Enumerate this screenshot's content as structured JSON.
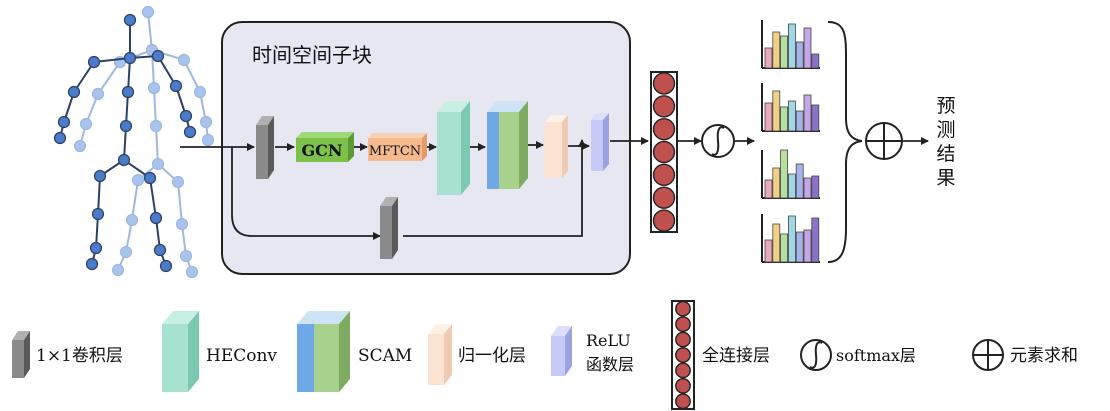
{
  "panel": {
    "title": "时间空间子块"
  },
  "blocks": {
    "gcn": "GCN",
    "mftcn": "MFTCN"
  },
  "output": {
    "vertical_text": [
      "预",
      "测",
      "结",
      "果"
    ]
  },
  "legend": {
    "conv": "1×1卷积层",
    "heconv": "HEConv",
    "scam": "SCAM",
    "norm": "归一化层",
    "relu_line1": "ReLU",
    "relu_line2": "函数层",
    "fc": "全连接层",
    "softmax": "softmax层",
    "sum": "元素求和"
  },
  "colors": {
    "panel_fill": "#e6e7f1",
    "conv": "#808080",
    "gcn": "#7cc24a",
    "mftcn": "#f6b98e",
    "heconv": "#a6e2cf",
    "scam_blue": "#6fa8e6",
    "scam_green": "#a9d18e",
    "norm": "#fbe3d3",
    "relu": "#c4c9f5",
    "fc_node": "#c0504d",
    "skeleton_dark": "#4a7cc9",
    "skeleton_light": "#a8c4ec"
  },
  "icons": [
    "skeleton-figure",
    "softmax-integral-icon",
    "circle-plus-icon",
    "histogram-icon"
  ]
}
